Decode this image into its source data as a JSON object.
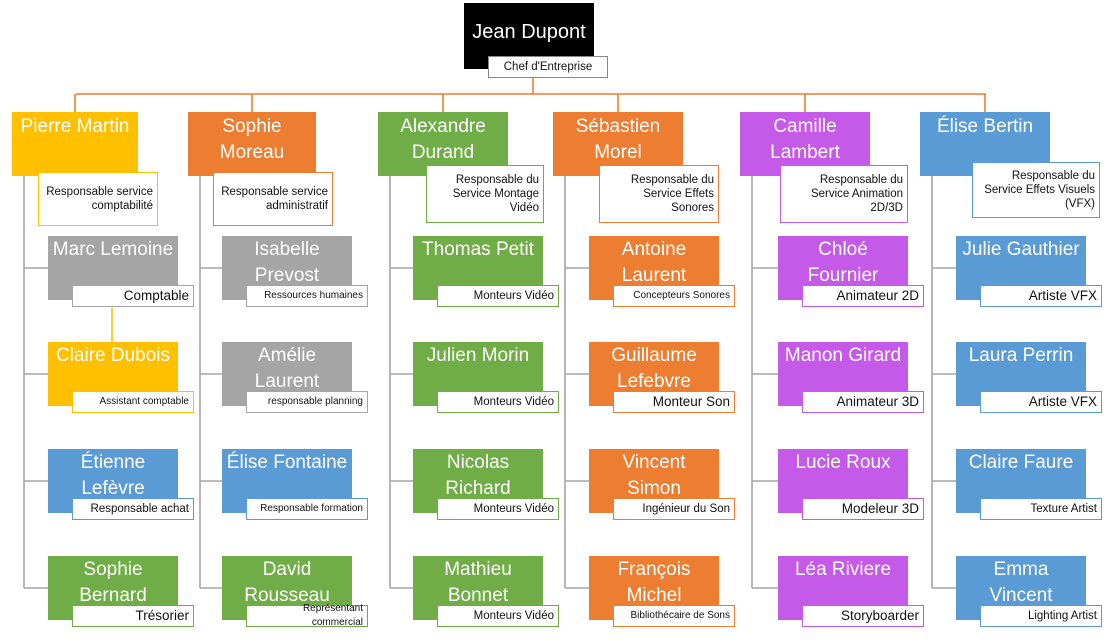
{
  "ceo": {
    "name": "Jean Dupont",
    "role": "Chef d'Entreprise"
  },
  "colors": {
    "orange": "#ED7D31",
    "yellow": "#FFC000",
    "green": "#70AD47",
    "purple": "#C55AE8",
    "blue": "#5B9BD5",
    "gray": "#A5A5A5",
    "line": "#ED7D31",
    "stem": "#A5A5A5"
  },
  "managers": [
    {
      "name": "Pierre Martin",
      "role": "Responsable service comptabilité",
      "color": "#FFC000"
    },
    {
      "name": "Sophie Moreau",
      "role": "Responsable service administratif",
      "color": "#ED7D31"
    },
    {
      "name": "Alexandre Durand",
      "role": "Responsable du Service Montage Vidéo",
      "color": "#70AD47"
    },
    {
      "name": "Sébastien Morel",
      "role": "Responsable du Service Effets Sonores",
      "color": "#ED7D31"
    },
    {
      "name": "Camille Lambert",
      "role": "Responsable du Service Animation 2D/3D",
      "color": "#C55AE8"
    },
    {
      "name": "Élise Bertin",
      "role": "Responsable du Service Effets Visuels (VFX)",
      "color": "#5B9BD5"
    }
  ],
  "staff": [
    [
      {
        "name": "Marc Lemoine",
        "role": "Comptable",
        "color": "#A5A5A5"
      },
      {
        "name": "Claire Dubois",
        "role": "Assistant comptable",
        "color": "#FFC000"
      },
      {
        "name": "Étienne Lefèvre",
        "role": "Responsable achat",
        "color": "#5B9BD5"
      },
      {
        "name": "Sophie Bernard",
        "role": "Trésorier",
        "color": "#70AD47"
      }
    ],
    [
      {
        "name": "Isabelle Prevost",
        "role": "Ressources humaines",
        "color": "#A5A5A5"
      },
      {
        "name": "Amélie Laurent",
        "role": "responsable planning",
        "color": "#A5A5A5"
      },
      {
        "name": "Élise Fontaine",
        "role": "Responsable formation",
        "color": "#5B9BD5"
      },
      {
        "name": "David Rousseau",
        "role": "Représentant commercial",
        "color": "#70AD47"
      }
    ],
    [
      {
        "name": "Thomas Petit",
        "role": "Monteurs Vidéo",
        "color": "#70AD47"
      },
      {
        "name": "Julien Morin",
        "role": "Monteurs Vidéo",
        "color": "#70AD47"
      },
      {
        "name": "Nicolas Richard",
        "role": "Monteurs Vidéo",
        "color": "#70AD47"
      },
      {
        "name": "Mathieu Bonnet",
        "role": "Monteurs Vidéo",
        "color": "#70AD47"
      }
    ],
    [
      {
        "name": "Antoine Laurent",
        "role": "Concepteurs Sonores",
        "color": "#ED7D31"
      },
      {
        "name": "Guillaume Lefebvre",
        "role": "Monteur Son",
        "color": "#ED7D31"
      },
      {
        "name": "Vincent Simon",
        "role": "Ingénieur du Son",
        "color": "#ED7D31"
      },
      {
        "name": "François Michel",
        "role": "Bibliothécaire de Sons",
        "color": "#ED7D31"
      }
    ],
    [
      {
        "name": "Chloé Fournier",
        "role": "Animateur 2D",
        "color": "#C55AE8"
      },
      {
        "name": "Manon Girard",
        "role": "Animateur 3D",
        "color": "#C55AE8"
      },
      {
        "name": "Lucie Roux",
        "role": "Modeleur 3D",
        "color": "#C55AE8"
      },
      {
        "name": "Léa Riviere",
        "role": "Storyboarder",
        "color": "#C55AE8"
      }
    ],
    [
      {
        "name": "Julie Gauthier",
        "role": "Artiste VFX",
        "color": "#5B9BD5"
      },
      {
        "name": "Laura Perrin",
        "role": "Artiste VFX",
        "color": "#5B9BD5"
      },
      {
        "name": "Claire Faure",
        "role": "Texture Artist",
        "color": "#5B9BD5"
      },
      {
        "name": "Emma Vincent",
        "role": "Lighting Artist",
        "color": "#5B9BD5"
      }
    ]
  ]
}
